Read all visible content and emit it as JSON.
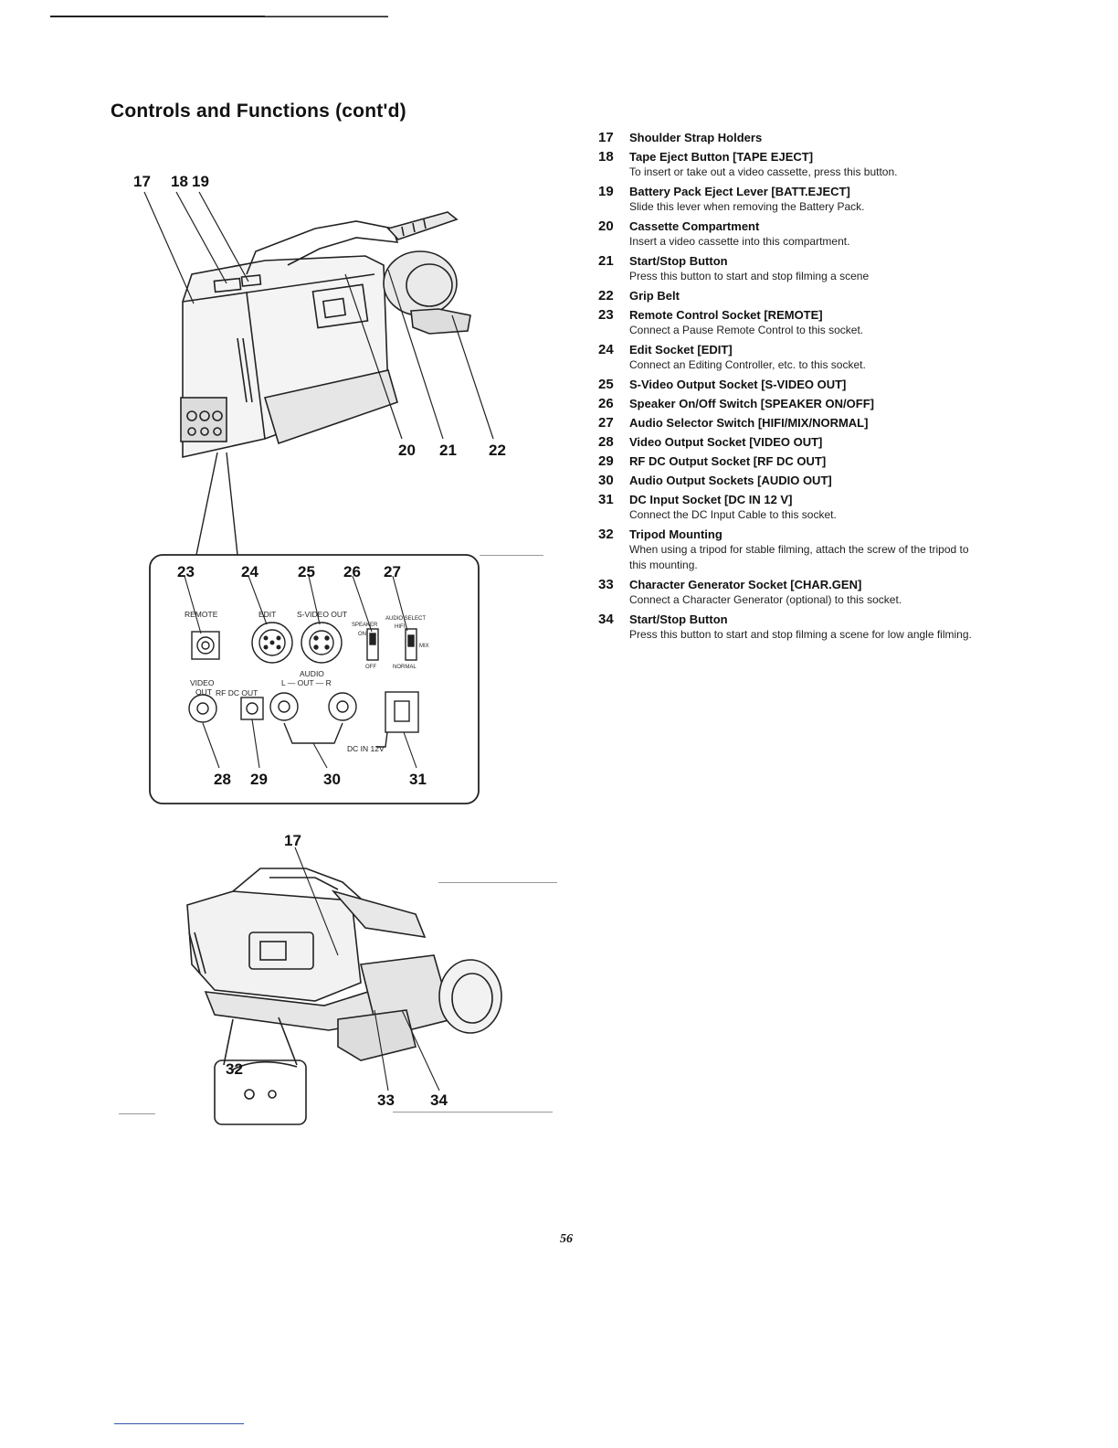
{
  "page": {
    "title": "Controls and Functions (cont'd)",
    "page_number": "56"
  },
  "items": [
    {
      "num": "17",
      "title": "Shoulder Strap Holders",
      "desc": ""
    },
    {
      "num": "18",
      "title": "Tape Eject Button [TAPE EJECT]",
      "desc": "To insert or take out a video cassette, press this button."
    },
    {
      "num": "19",
      "title": "Battery Pack Eject Lever [BATT.EJECT]",
      "desc": "Slide this lever when removing the Battery Pack."
    },
    {
      "num": "20",
      "title": "Cassette Compartment",
      "desc": "Insert a video cassette into this compartment."
    },
    {
      "num": "21",
      "title": "Start/Stop Button",
      "desc": "Press this button to start and stop filming a scene"
    },
    {
      "num": "22",
      "title": "Grip Belt",
      "desc": ""
    },
    {
      "num": "23",
      "title": "Remote Control Socket [REMOTE]",
      "desc": "Connect a Pause Remote Control to this socket."
    },
    {
      "num": "24",
      "title": "Edit Socket [EDIT]",
      "desc": "Connect an Editing Controller, etc. to this socket."
    },
    {
      "num": "25",
      "title": "S-Video Output Socket [S-VIDEO OUT]",
      "desc": ""
    },
    {
      "num": "26",
      "title": "Speaker On/Off Switch [SPEAKER ON/OFF]",
      "desc": ""
    },
    {
      "num": "27",
      "title": "Audio Selector Switch [HIFI/MIX/NORMAL]",
      "desc": ""
    },
    {
      "num": "28",
      "title": "Video Output Socket [VIDEO OUT]",
      "desc": ""
    },
    {
      "num": "29",
      "title": "RF DC Output Socket [RF DC OUT]",
      "desc": ""
    },
    {
      "num": "30",
      "title": "Audio Output Sockets [AUDIO OUT]",
      "desc": ""
    },
    {
      "num": "31",
      "title": "DC Input Socket [DC IN 12 V]",
      "desc": "Connect the DC Input Cable to this socket."
    },
    {
      "num": "32",
      "title": "Tripod Mounting",
      "desc": "When using a tripod for stable filming, attach the screw of the tripod to this mounting."
    },
    {
      "num": "33",
      "title": "Character Generator Socket [CHAR.GEN]",
      "desc": "Connect a Character Generator (optional) to this socket."
    },
    {
      "num": "34",
      "title": "Start/Stop Button",
      "desc": "Press this button to start and stop filming a scene for low angle filming."
    }
  ],
  "figure_top": {
    "callouts": {
      "c17": "17",
      "c18": "18",
      "c19": "19",
      "c20": "20",
      "c21": "21",
      "c22": "22"
    }
  },
  "figure_panel": {
    "callouts": {
      "c23": "23",
      "c24": "24",
      "c25": "25",
      "c26": "26",
      "c27": "27",
      "c28": "28",
      "c29": "29",
      "c30": "30",
      "c31": "31"
    },
    "labels": {
      "remote": "REMOTE",
      "edit": "EDIT",
      "svideo_out": "S-VIDEO OUT",
      "speaker": "SPEAKER",
      "on": "ON",
      "off": "OFF",
      "audio_select": "AUDIO SELECT",
      "hifi": "HIFI",
      "mix": "MIX",
      "normal": "NORMAL",
      "audio": "AUDIO",
      "l_out_r": "L — OUT — R",
      "video": "VIDEO",
      "out": "OUT",
      "rf_dc_out": "RF DC OUT",
      "dc_in": "DC IN 12V"
    }
  },
  "figure_bottom": {
    "callouts": {
      "c17": "17",
      "c32": "32",
      "c33": "33",
      "c34": "34"
    }
  }
}
